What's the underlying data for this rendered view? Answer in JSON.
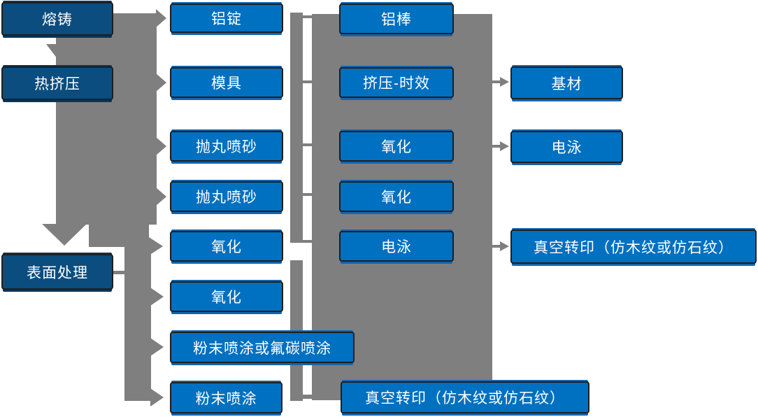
{
  "diagram": {
    "type": "process-flowchart",
    "language": "zh-CN",
    "colors": {
      "box_light": "#0070C0",
      "box_dark": "#0B4D7E",
      "connector_gray": "#7F7F7F",
      "box_border": "#1f1f1f",
      "text": "#FFFFFF"
    },
    "nodes": [
      {
        "id": "melting-casting",
        "label": "熔铸"
      },
      {
        "id": "hot-extrusion",
        "label": "热挤压"
      },
      {
        "id": "surface-treatment",
        "label": "表面处理"
      },
      {
        "id": "aluminum-ingot",
        "label": "铝锭"
      },
      {
        "id": "mold",
        "label": "模具"
      },
      {
        "id": "shot-blasting-1",
        "label": "抛丸喷砂"
      },
      {
        "id": "shot-blasting-2",
        "label": "抛丸喷砂"
      },
      {
        "id": "oxidation-1",
        "label": "氧化"
      },
      {
        "id": "oxidation-2",
        "label": "氧化"
      },
      {
        "id": "powder-or-fluorocarbon-coating",
        "label": "粉末喷涂或氟碳喷涂"
      },
      {
        "id": "powder-coating",
        "label": "粉末喷涂"
      },
      {
        "id": "aluminum-rod",
        "label": "铝棒"
      },
      {
        "id": "extrusion-aging",
        "label": "挤压-时效"
      },
      {
        "id": "oxidation-3",
        "label": "氧化"
      },
      {
        "id": "oxidation-4",
        "label": "氧化"
      },
      {
        "id": "electrophoresis-1",
        "label": "电泳"
      },
      {
        "id": "vacuum-transfer-bottom",
        "label": "真空转印（仿木纹或仿石纹）"
      },
      {
        "id": "substrate",
        "label": "基材"
      },
      {
        "id": "electrophoresis-2",
        "label": "电泳"
      },
      {
        "id": "vacuum-transfer-right",
        "label": "真空转印（仿木纹或仿石纹）"
      }
    ]
  }
}
